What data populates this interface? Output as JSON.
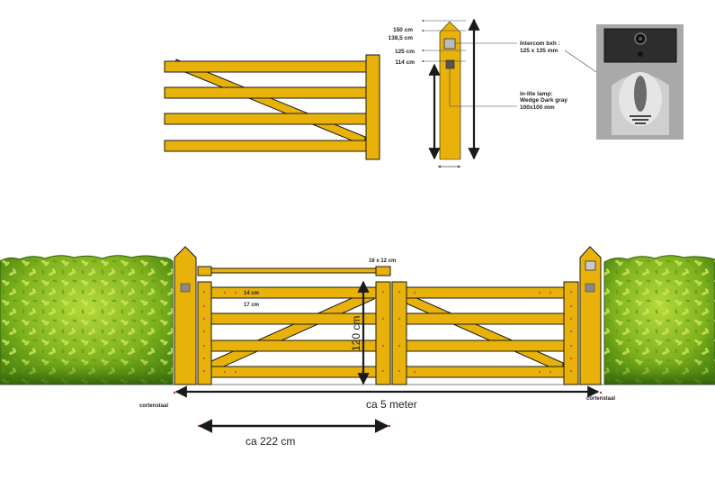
{
  "top_left": {},
  "post_detail": {
    "heights": {
      "h150": "150 cm",
      "h138": "138,5 cm",
      "h125": "125 cm",
      "h114": "114 cm"
    },
    "intercom": {
      "line1": "Intercom bxh :",
      "line2": "125 x 135 mm"
    },
    "lamp": {
      "line1": "in-lite lamp:",
      "line2": "Wedge Dark gray",
      "line3": "100x100 mm"
    }
  },
  "main": {
    "beam_label": "16 x 12 cm",
    "plank1": "14 cm",
    "plank2": "17 cm",
    "height": "120 cm",
    "width_total": "ca 5 meter",
    "width_gate": "ca 222 cm",
    "corten_left": "cortenstaal",
    "corten_right": "cortenstaal"
  },
  "colors": {
    "wood": "#E8B20A",
    "wood_stroke": "#1a1a1a",
    "hedge_dark": "#3E7A0E",
    "hedge_light": "#9FCB2A",
    "intercom_bg": "#A9A9A9"
  }
}
